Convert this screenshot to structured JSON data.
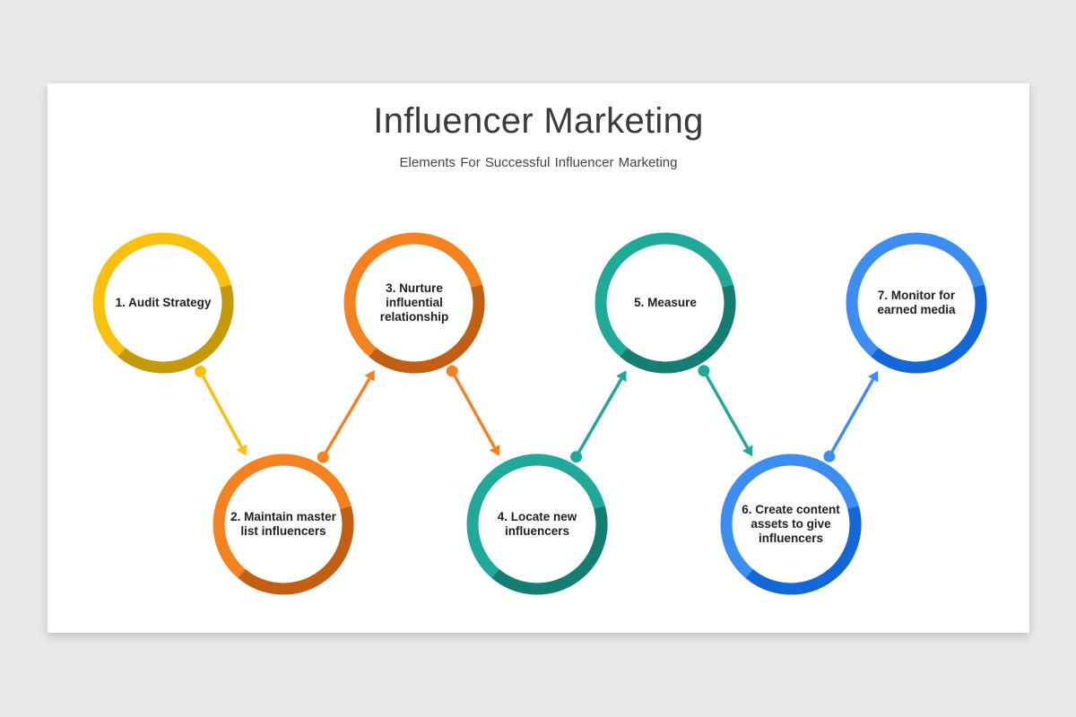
{
  "title": "Influencer Marketing",
  "subtitle": "Elements For Successful Influencer Marketing",
  "steps": [
    {
      "label": "1. Audit Strategy",
      "colors": [
        "#f9c010",
        "#c49a0a"
      ]
    },
    {
      "label": "2. Maintain master list influencers",
      "colors": [
        "#f58220",
        "#c35f12"
      ]
    },
    {
      "label": "3. Nurture influential relationship",
      "colors": [
        "#f58220",
        "#c35f12"
      ]
    },
    {
      "label": "4. Locate new influencers",
      "colors": [
        "#20a899",
        "#167d72"
      ]
    },
    {
      "label": "5. Measure",
      "colors": [
        "#20a899",
        "#167d72"
      ]
    },
    {
      "label": "6. Create content assets to give influencers",
      "colors": [
        "#3d8ef0",
        "#1467d6"
      ]
    },
    {
      "label": "7. Monitor for earned media",
      "colors": [
        "#3d8ef0",
        "#1467d6"
      ]
    }
  ],
  "connectors": [
    {
      "from": 1,
      "to": 2,
      "color": "#f9c010"
    },
    {
      "from": 2,
      "to": 3,
      "color": "#f58220"
    },
    {
      "from": 3,
      "to": 4,
      "color": "#f58220"
    },
    {
      "from": 4,
      "to": 5,
      "color": "#20a899"
    },
    {
      "from": 5,
      "to": 6,
      "color": "#20a899"
    },
    {
      "from": 6,
      "to": 7,
      "color": "#3d8ef0"
    }
  ]
}
